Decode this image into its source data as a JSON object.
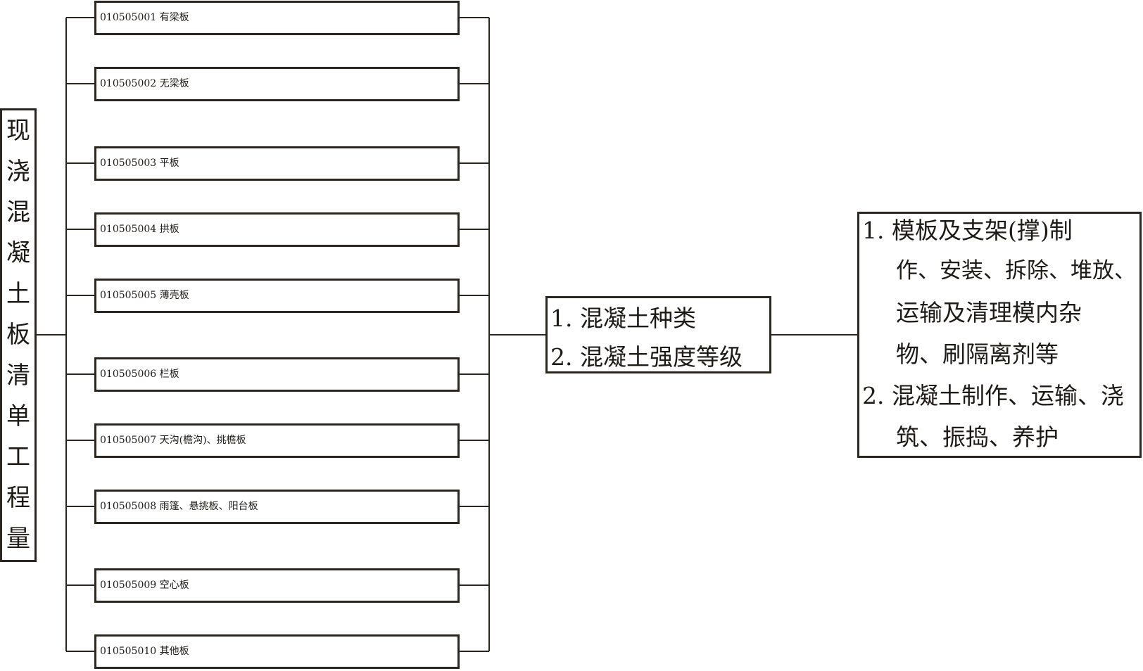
{
  "root_title_chars": [
    "现",
    "浇",
    "混",
    "凝",
    "土",
    "板",
    "清",
    "单",
    "工",
    "程",
    "量"
  ],
  "items": [
    "010505001 有梁板",
    "010505002 无梁板",
    "010505003 平板",
    "010505004 拱板",
    "010505005 薄壳板",
    "010505006 栏板",
    "010505007 天沟(檐沟)、挑檐板",
    "010505008 雨篷、悬挑板、阳台板",
    "010505009 空心板",
    "010505010 其他板"
  ],
  "features": [
    "1.  混凝土种类",
    "2.  混凝土强度等级"
  ],
  "work_content": {
    "lines": [
      "1.  模板及支架(撑)制",
      "作、安装、拆除、堆放、",
      "运输及清理模内杂",
      "物、刷隔离剂等",
      "2.  混凝土制作、运输、浇",
      "筑、振捣、养护"
    ]
  },
  "colors": {
    "line": "#2b2620",
    "text": "#1e1a16",
    "background": "#ffffff"
  }
}
